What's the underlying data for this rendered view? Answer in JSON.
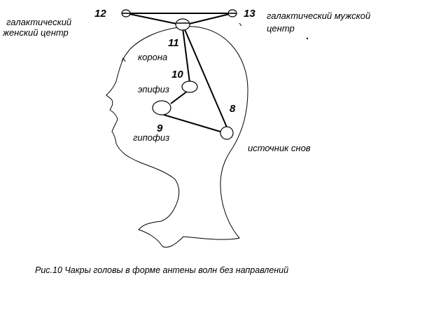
{
  "labels": {
    "n12": "12",
    "n13": "13",
    "n11": "11",
    "n10": "10",
    "n9": "9",
    "n8": "8",
    "female_center_line1": "галактический",
    "female_center_line2": "женский центр",
    "male_center_line1": "галактический мужской",
    "male_center_line2": "центр",
    "corona": "корона",
    "epiphysis": "эпифиз",
    "hypophysis": "гипофиз",
    "dream_source": "источник снов"
  },
  "caption": "Рис.10  Чакры головы в форме  антены волн без направлений"
}
